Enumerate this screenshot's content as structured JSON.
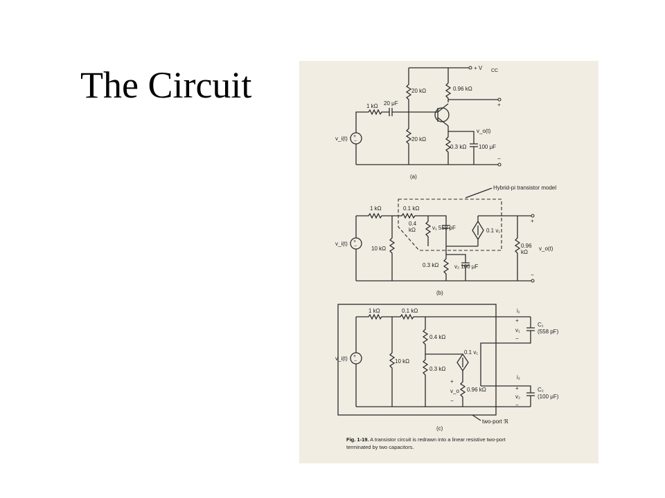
{
  "slide": {
    "title": "The Circuit"
  },
  "figure": {
    "a": {
      "label": "(a)",
      "vcc": "+ V",
      "vcc_sub": "CC",
      "r_top_left": "20 kΩ",
      "r_top_right": "0.96 kΩ",
      "r_input": "1 kΩ",
      "c_input": "20 μF",
      "r_bottom_left": "20 kΩ",
      "r_emitter": "0.3 kΩ",
      "c_emitter": "100 μF",
      "source": "v_i(t)",
      "output": "v_o(t)",
      "plus": "+",
      "minus": "−"
    },
    "b": {
      "label": "(b)",
      "model_label": "Hybrid-pi transistor model",
      "r_input": "1 kΩ",
      "r_base": "0.1 kΩ",
      "r_pi_1": "0.4",
      "r_pi_2": "kΩ",
      "c_pi": "v₁ 558 pF",
      "gm": "0.1 v₁",
      "r_bias": "10 kΩ",
      "r_load_1": "0.96",
      "r_load_2": "kΩ",
      "output": "v_o(t)",
      "r_emitter": "0.3 kΩ",
      "c_emitter": "v₂ 100 μF",
      "source": "v_i(t)",
      "plus": "+",
      "minus": "−"
    },
    "c": {
      "label": "(c)",
      "r_input": "1 kΩ",
      "r_base": "0.1 kΩ",
      "r_pi": "0.4 kΩ",
      "r_bias": "10 kΩ",
      "r_emitter": "0.3 kΩ",
      "gm": "0.1 v₁",
      "r_load": "0.96 kΩ",
      "v_o": "v_o",
      "source": "v_i(t)",
      "i1": "i₁",
      "v1": "v₁",
      "c1": "C₁",
      "c1_val": "(558 pF)",
      "i2": "i₂",
      "v2": "v₂",
      "c2": "C₂",
      "c2_val": "(100 μF)",
      "two_port": "two-port ℜ",
      "plus": "+",
      "minus": "−"
    },
    "caption": {
      "bold": "Fig. 1-19.",
      "line1": " A transistor circuit is redrawn into a linear resistive two-port",
      "line2": "terminated by two capacitors."
    }
  }
}
